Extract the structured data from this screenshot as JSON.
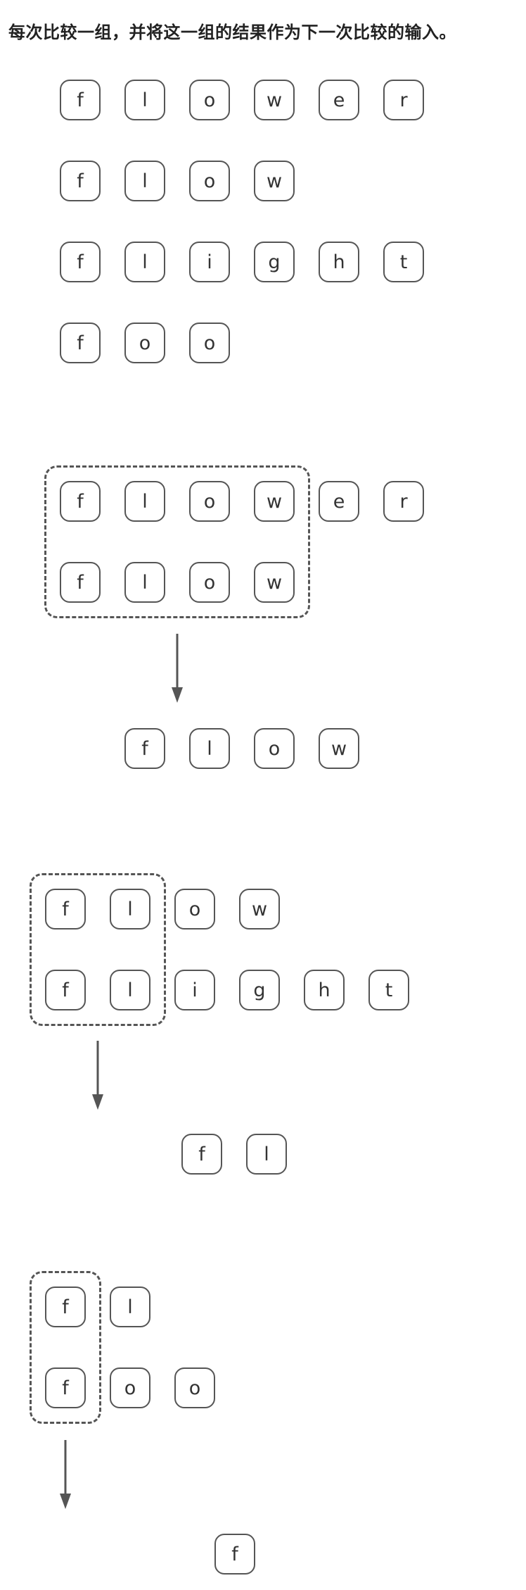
{
  "title": "每次比较一组，并将这一组的结果作为下一次比较的输入。",
  "input_words": [
    [
      "f",
      "l",
      "o",
      "w",
      "e",
      "r"
    ],
    [
      "f",
      "l",
      "o",
      "w"
    ],
    [
      "f",
      "l",
      "i",
      "g",
      "h",
      "t"
    ],
    [
      "f",
      "o",
      "o"
    ]
  ],
  "steps": [
    {
      "pair": [
        [
          "f",
          "l",
          "o",
          "w",
          "e",
          "r"
        ],
        [
          "f",
          "l",
          "o",
          "w"
        ]
      ],
      "common_length": 4,
      "result": [
        "f",
        "l",
        "o",
        "w"
      ]
    },
    {
      "pair": [
        [
          "f",
          "l",
          "o",
          "w"
        ],
        [
          "f",
          "l",
          "i",
          "g",
          "h",
          "t"
        ]
      ],
      "common_length": 2,
      "result": [
        "f",
        "l"
      ]
    },
    {
      "pair": [
        [
          "f",
          "l"
        ],
        [
          "f",
          "o",
          "o"
        ]
      ],
      "common_length": 1,
      "result": [
        "f"
      ]
    }
  ],
  "colors": {
    "stroke": "#555555",
    "text": "#333333",
    "title": "#222222"
  }
}
